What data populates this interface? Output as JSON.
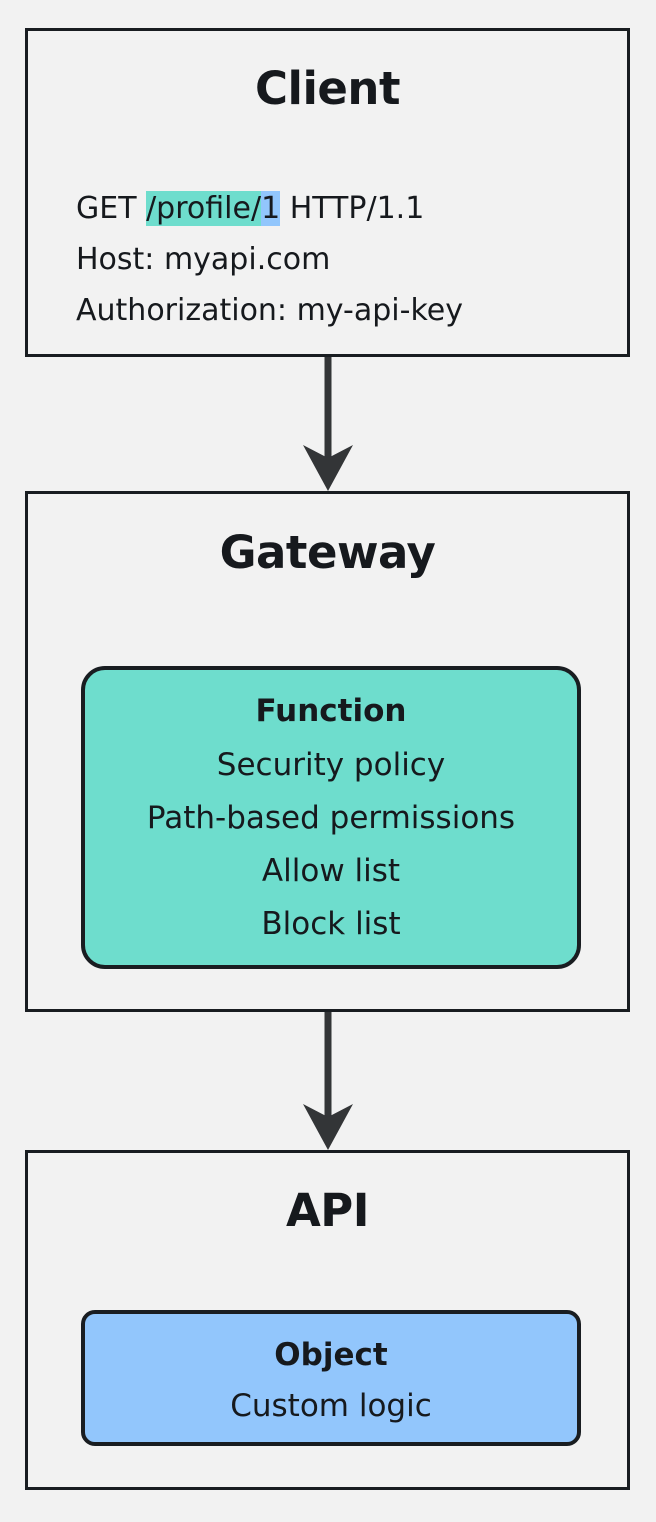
{
  "diagram": {
    "type": "flowchart",
    "direction": "top-to-bottom",
    "background_color": "#f2f2f2",
    "border_color": "#191d21",
    "accent_teal": "#6eddcd",
    "accent_blue": "#92c6fc"
  },
  "client": {
    "title": "Client",
    "request": {
      "line1": {
        "method": "GET ",
        "path": "/profile/",
        "id": "1",
        "protocol": " HTTP/1.1"
      },
      "line2": "Host: myapi.com",
      "line3": "Authorization: my-api-key"
    }
  },
  "gateway": {
    "title": "Gateway",
    "function": {
      "title": "Function",
      "items": [
        "Security policy",
        "Path-based permissions",
        "Allow list",
        "Block list"
      ]
    }
  },
  "api": {
    "title": "API",
    "object": {
      "title": "Object",
      "items": [
        "Custom logic"
      ]
    }
  },
  "connectors": [
    {
      "from": "client",
      "to": "gateway",
      "style": "solid-arrow"
    },
    {
      "from": "gateway",
      "to": "api",
      "style": "solid-arrow"
    }
  ]
}
